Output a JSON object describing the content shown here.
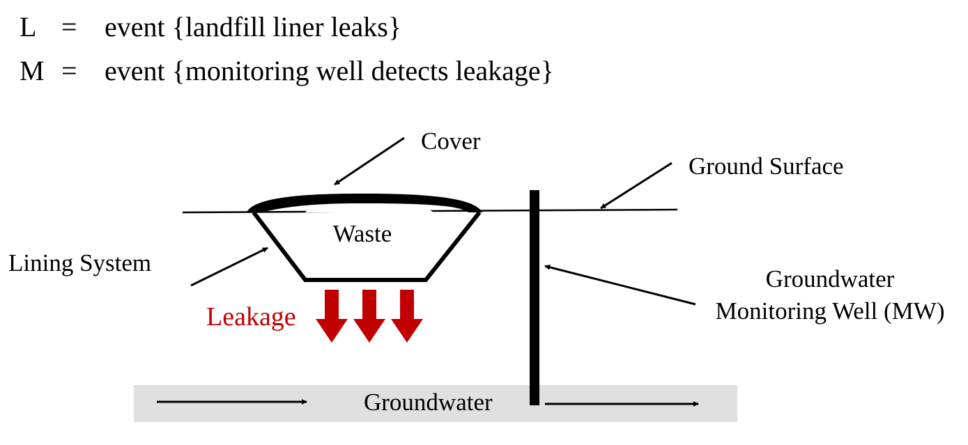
{
  "definitions": [
    {
      "symbol": "L",
      "operator": "=",
      "text": "event {landfill liner leaks}"
    },
    {
      "symbol": "M",
      "operator": "=",
      "text": "event {monitoring well detects leakage}"
    }
  ],
  "labels": {
    "cover": "Cover",
    "ground_surface": "Ground Surface",
    "waste": "Waste",
    "lining_system": "Lining System",
    "leakage": "Leakage",
    "groundwater": "Groundwater",
    "monitoring_well_line1": "Groundwater",
    "monitoring_well_line2": "Monitoring Well (MW)"
  },
  "colors": {
    "leakage": "#c00000",
    "groundwater_band": "#e0e0e0",
    "ink": "#000000"
  }
}
